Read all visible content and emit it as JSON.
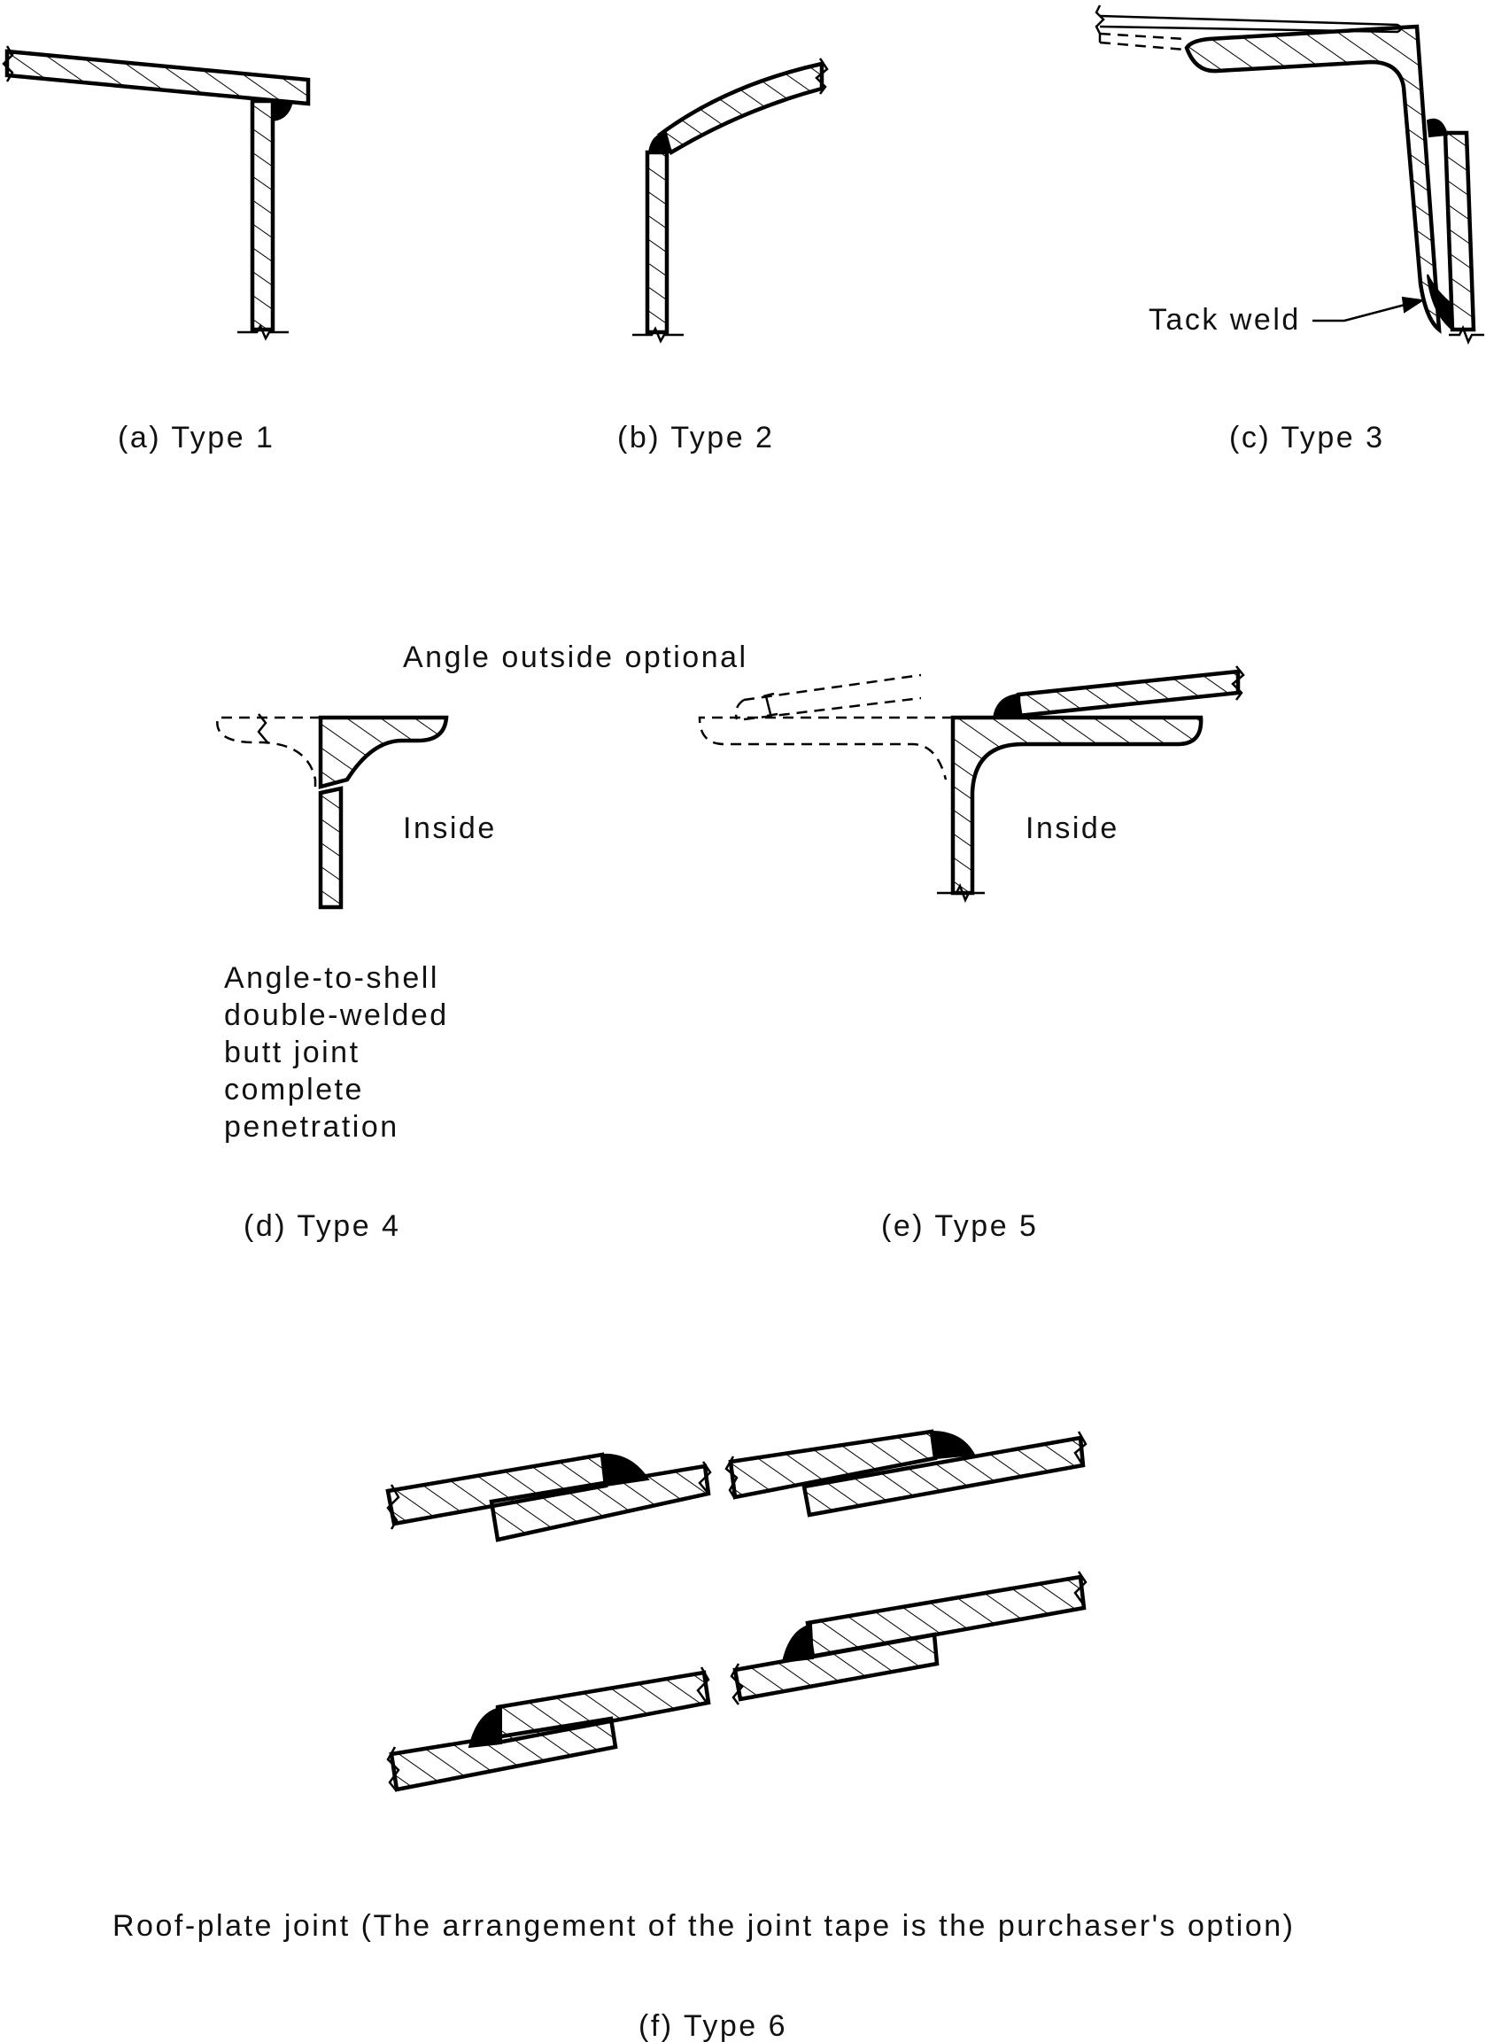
{
  "labels": {
    "type1": "(a) Type 1",
    "type2": "(b) Type 2",
    "type3": "(c) Type 3",
    "type4": "(d) Type 4",
    "type5": "(e) Type 5",
    "type6": "(f) Type 6",
    "tack_weld": "Tack weld",
    "angle_outside_optional": "Angle outside optional",
    "inside_d": "Inside",
    "inside_e": "Inside",
    "type4_note": [
      "Angle-to-shell",
      "double-welded",
      "butt joint",
      "complete",
      "penetration"
    ],
    "roof_joint_note": "Roof-plate joint (The arrangement of the joint tape is the purchaser's option)"
  }
}
